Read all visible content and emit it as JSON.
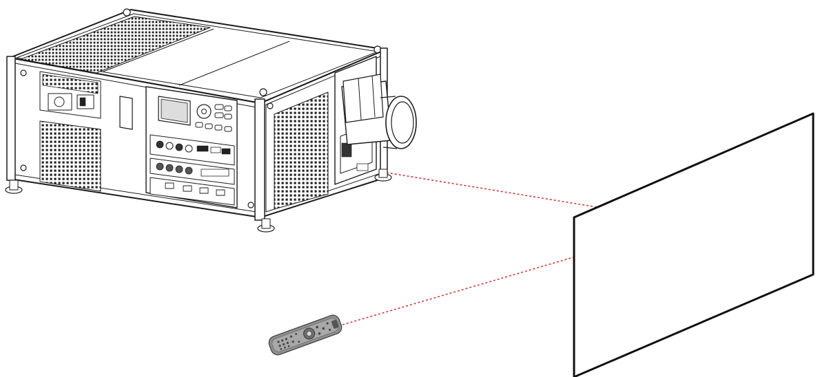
{
  "illustration": {
    "devices": [
      {
        "id": "projector",
        "icon": "projector-icon"
      },
      {
        "id": "screen",
        "icon": "projection-screen-icon"
      },
      {
        "id": "remote",
        "icon": "remote-control-icon"
      }
    ],
    "signal_lines": [
      {
        "from": "projector",
        "to": "screen",
        "style": "dotted",
        "color": "#d33a3a"
      },
      {
        "from": "remote",
        "to": "screen",
        "style": "dotted",
        "color": "#d33a3a"
      }
    ],
    "colors": {
      "outline": "#1a1a1a",
      "vent": "#2b2b2b",
      "line_art_fill": "#ffffff",
      "signal": "#d33a3a"
    }
  }
}
